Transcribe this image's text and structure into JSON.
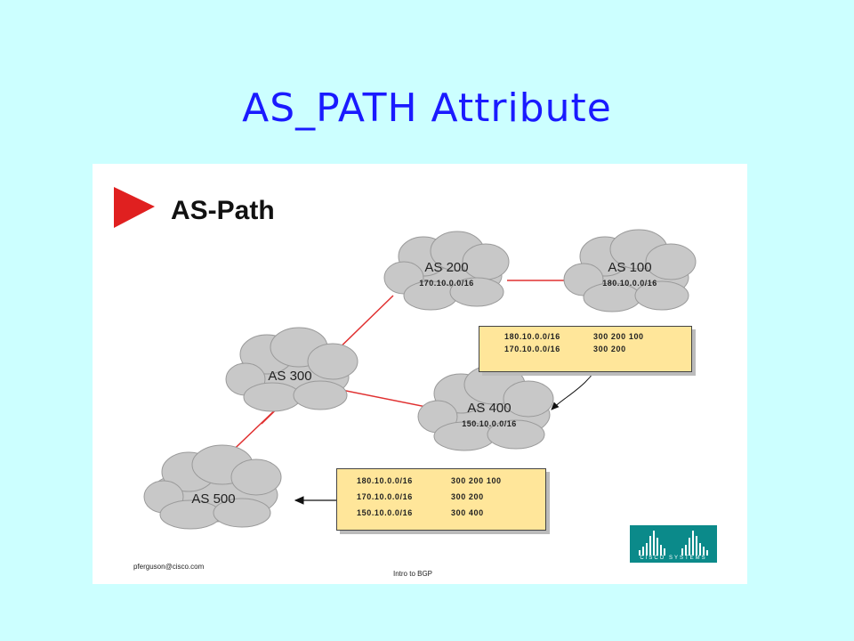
{
  "slide": {
    "title": "AS_PATH Attribute"
  },
  "diagram": {
    "title": "AS-Path",
    "nodes": [
      {
        "id": "as200",
        "label": "AS 200",
        "prefix": "170.10.0.0/16"
      },
      {
        "id": "as100",
        "label": "AS 100",
        "prefix": "180.10.0.0/16"
      },
      {
        "id": "as300",
        "label": "AS 300"
      },
      {
        "id": "as400",
        "label": "AS 400",
        "prefix": "150.10.0.0/16"
      },
      {
        "id": "as500",
        "label": "AS 500"
      }
    ],
    "links": [
      {
        "from": "AS 200",
        "to": "AS 100"
      },
      {
        "from": "AS 300",
        "to": "AS 200"
      },
      {
        "from": "AS 300",
        "to": "AS 400"
      },
      {
        "from": "AS 300",
        "to": "AS 500"
      }
    ],
    "route_table_as400": [
      {
        "prefix": "180.10.0.0/16",
        "path": "300 200 100"
      },
      {
        "prefix": "170.10.0.0/16",
        "path": "300 200"
      }
    ],
    "route_table_as500": [
      {
        "prefix": "180.10.0.0/16",
        "path": "300 200 100"
      },
      {
        "prefix": "170.10.0.0/16",
        "path": "300 200"
      },
      {
        "prefix": "150.10.0.0/16",
        "path": "300 400"
      }
    ],
    "footer_left": "pferguson@cisco.com",
    "footer_center": "Intro to BGP",
    "logo_text": "CISCO SYSTEMS",
    "link_color": "#e03030",
    "cloud_color": "#c8c8c8",
    "box_color": "#ffe69a"
  }
}
